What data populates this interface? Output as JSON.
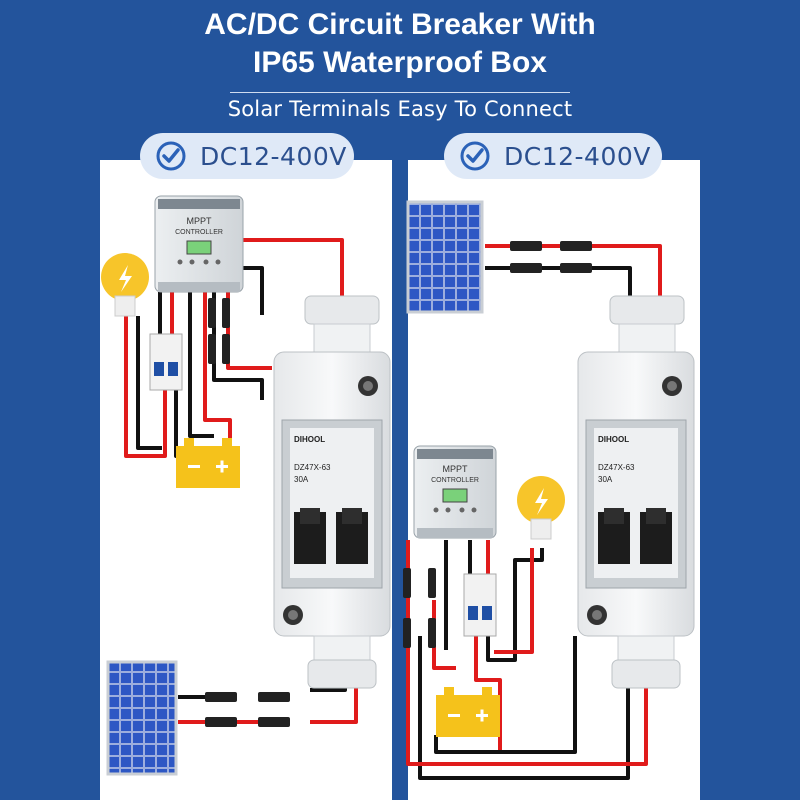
{
  "header": {
    "title_line1": "AC/DC Circuit Breaker With",
    "title_line2": "IP65 Waterproof Box",
    "subtitle": "Solar Terminals Easy To Connect"
  },
  "panels": [
    {
      "voltage_badge": "DC12-400V"
    },
    {
      "voltage_badge": "DC12-400V"
    }
  ],
  "device": {
    "controller_label_1": "MPPT",
    "controller_label_2": "CONTROLLER",
    "breaker_brand": "DIHOOL",
    "breaker_model": "DZ47X-63",
    "breaker_current": "30A"
  },
  "colors": {
    "background": "#23549c",
    "wire_red": "#e01b1b",
    "wire_black": "#111111",
    "battery": "#f5c21b",
    "bulb": "#f7c52a"
  }
}
